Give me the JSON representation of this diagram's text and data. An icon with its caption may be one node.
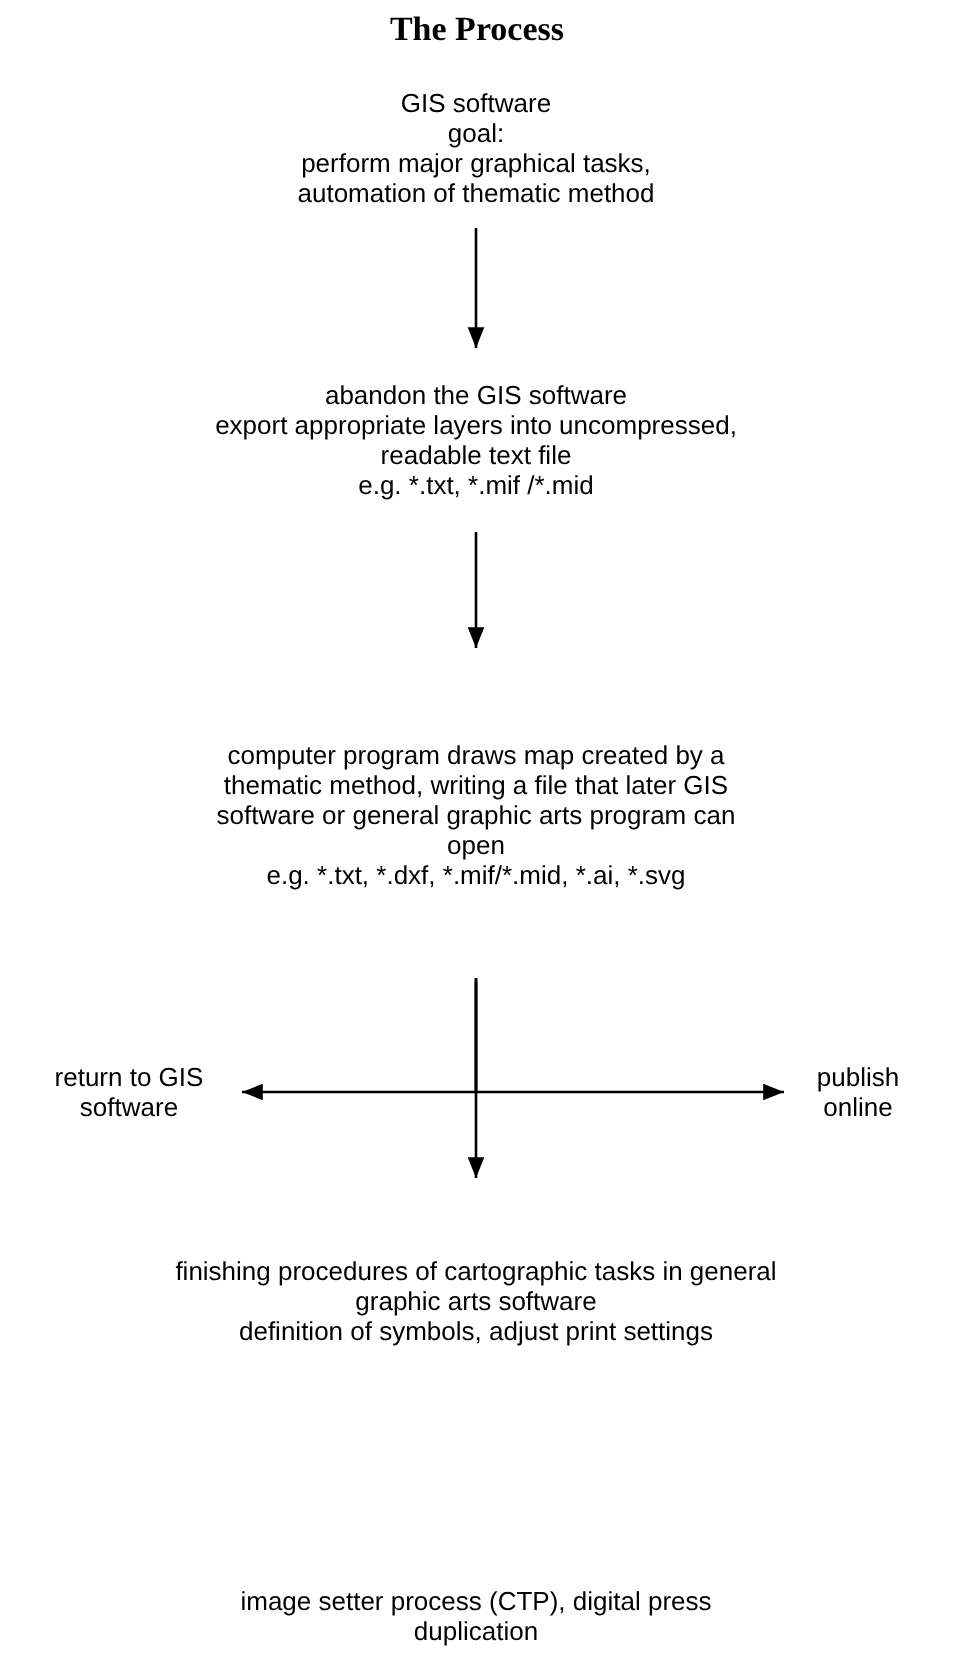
{
  "diagram": {
    "title": "The Process",
    "nodes": [
      {
        "text": [
          "GIS software",
          "goal:",
          "perform major graphical tasks, automation of thematic method"
        ]
      },
      {
        "text": [
          "abandon the GIS software",
          "export appropriate layers into uncompressed, readable text file",
          "e.g. *.txt, *.mif /*.mid"
        ]
      },
      {
        "text": [
          "computer program draws map created by a thematic method, writing a file that later GIS software or general graphic arts program can open",
          "e.g. *.txt, *.dxf, *.mif/*.mid, *.ai, *.svg"
        ]
      },
      {
        "text": [
          "return to GIS software"
        ]
      },
      {
        "text": [
          "publish online"
        ]
      },
      {
        "text": [
          "finishing procedures of cartographic tasks in general graphic arts software",
          "definition of symbols, adjust print settings"
        ]
      },
      {
        "text": [
          "image setter process (CTP), digital press duplication"
        ]
      }
    ],
    "edges": [
      {
        "from": 0,
        "to": 1,
        "arrow": "to"
      },
      {
        "from": 1,
        "to": 2,
        "arrow": "to"
      },
      {
        "from": 2,
        "to": 3,
        "arrow": "to"
      },
      {
        "from": 2,
        "to": 4,
        "arrow": "to"
      },
      {
        "from": 2,
        "to": 5,
        "arrow": "to"
      }
    ]
  }
}
